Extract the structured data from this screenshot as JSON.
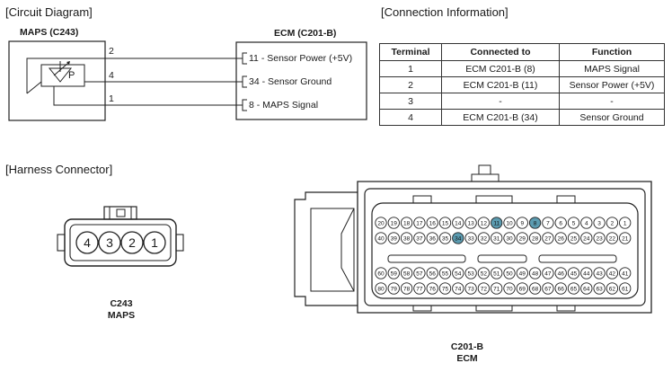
{
  "circuit": {
    "title": "[Circuit Diagram]",
    "left_component": "MAPS (C243)",
    "right_component": "ECM (C201-B)",
    "sensor_pins": [
      "2",
      "4",
      "1"
    ],
    "sensor_letter": "P",
    "ecm_pins": [
      "11 - Sensor Power (+5V)",
      "34 - Sensor Ground",
      "8 - MAPS Signal"
    ]
  },
  "connection": {
    "title": "[Connection Information]",
    "headers": [
      "Terminal",
      "Connected to",
      "Function"
    ],
    "rows": [
      [
        "1",
        "ECM C201-B (8)",
        "MAPS Signal"
      ],
      [
        "2",
        "ECM C201-B (11)",
        "Sensor Power (+5V)"
      ],
      [
        "3",
        "-",
        "-"
      ],
      [
        "4",
        "ECM C201-B (34)",
        "Sensor Ground"
      ]
    ]
  },
  "harness": {
    "title": "[Harness Connector]",
    "maps_pins": [
      "4",
      "3",
      "2",
      "1"
    ],
    "maps_caption_1": "C243",
    "maps_caption_2": "MAPS",
    "ecm_caption_1": "C201-B",
    "ecm_caption_2": "ECM",
    "ecm_rows": {
      "row1": [
        "20",
        "19",
        "18",
        "17",
        "16",
        "15",
        "14",
        "13",
        "12",
        "11",
        "10",
        "9",
        "8",
        "7",
        "6",
        "5",
        "4",
        "3",
        "2",
        "1"
      ],
      "row2": [
        "40",
        "39",
        "38",
        "37",
        "36",
        "35",
        "34",
        "33",
        "32",
        "31",
        "30",
        "29",
        "28",
        "27",
        "26",
        "25",
        "24",
        "23",
        "22",
        "21"
      ],
      "row3": [
        "60",
        "59",
        "58",
        "57",
        "56",
        "55",
        "54",
        "53",
        "52",
        "51",
        "50",
        "49",
        "48",
        "47",
        "46",
        "45",
        "44",
        "43",
        "42",
        "41"
      ],
      "row4": [
        "80",
        "79",
        "78",
        "77",
        "76",
        "75",
        "74",
        "73",
        "72",
        "71",
        "70",
        "69",
        "68",
        "67",
        "66",
        "65",
        "64",
        "63",
        "62",
        "61"
      ]
    },
    "highlight_pins": [
      "11",
      "8",
      "34"
    ],
    "highlight_color": "#5b9bb0"
  }
}
